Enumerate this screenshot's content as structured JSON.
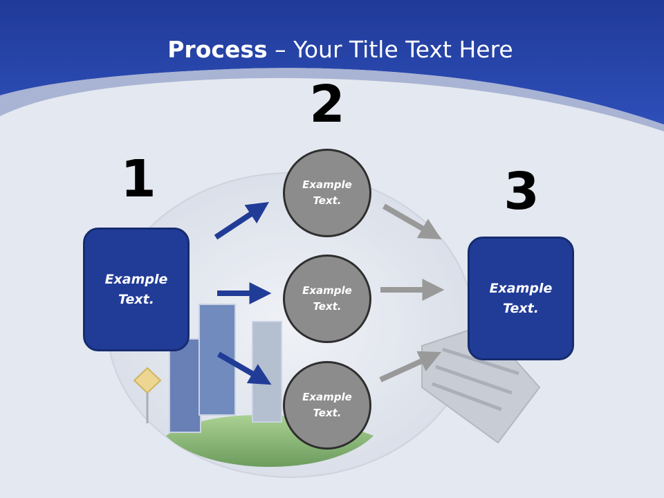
{
  "slide": {
    "title_bold": "Process",
    "title_rest": " – Your Title Text Here"
  },
  "steps": {
    "step1": {
      "number": "1",
      "text": "Example Text."
    },
    "step2": {
      "number": "2",
      "circles": [
        "Example Text.",
        "Example Text.",
        "Example Text."
      ]
    },
    "step3": {
      "number": "3",
      "text": "Example Text."
    }
  },
  "colors": {
    "header_blue": "#2a49ae",
    "box_blue": "#213c97",
    "circle_gray": "#8c8c8c",
    "arrow_blue": "#213c97",
    "arrow_gray": "#999999"
  }
}
